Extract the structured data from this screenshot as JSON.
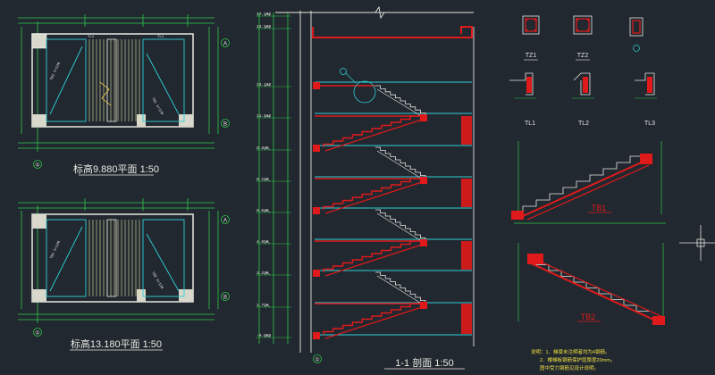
{
  "plan1": {
    "caption": "标高9.880平面  1:50",
    "axis_a": "A",
    "axis_b": "B",
    "axis_num": "①"
  },
  "plan2": {
    "caption": "标高13.180平面  1:50",
    "axis_a": "A",
    "axis_b": "B",
    "axis_num": "①"
  },
  "section": {
    "caption": "1-1  剖面  1:50",
    "axis": "①",
    "levels": [
      "17.200",
      "14.580",
      "13.180",
      "11.610",
      "9.880",
      "8.150",
      "6.580",
      "4.850",
      "3.290",
      "1.750",
      "-0.050"
    ]
  },
  "details": {
    "tz1": "TZ1",
    "tz2": "TZ2",
    "tl1": "TL1",
    "tl2": "TL2",
    "tl3": "TL3",
    "tb1": "TB1",
    "tb2": "TB2"
  },
  "notes": {
    "line1": "说明：1．梯梁未注明者均为4钢筋。",
    "line2": "2．楼梯板钢筋保护层厚度20mm。",
    "line3": "图中受力钢筋见设计说明。"
  }
}
